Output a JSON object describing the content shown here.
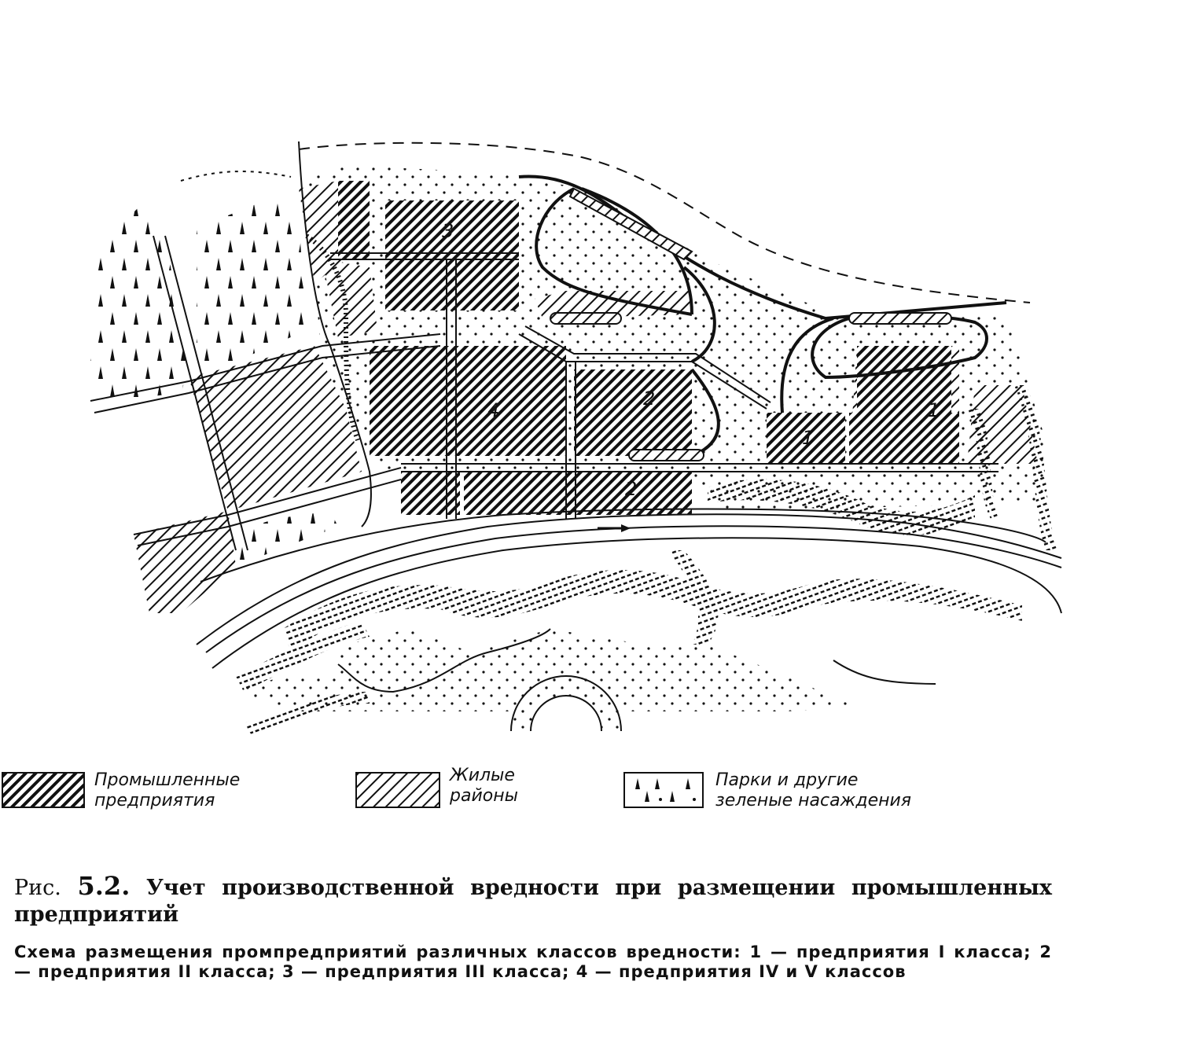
{
  "map": {
    "zone_labels": [
      {
        "id": "enterprise-class-3",
        "text": "3"
      },
      {
        "id": "enterprise-class-4",
        "text": "4"
      },
      {
        "id": "enterprise-class-2-north",
        "text": "2"
      },
      {
        "id": "enterprise-class-2-south",
        "text": "2"
      },
      {
        "id": "enterprise-class-1-west",
        "text": "1"
      },
      {
        "id": "enterprise-class-1-east",
        "text": "1"
      }
    ],
    "colors": {
      "ink": "#111111",
      "paper": "#ffffff"
    }
  },
  "legend": {
    "items": [
      {
        "pattern": "dense-hatch",
        "line1": "Промышленные",
        "line2": "предприятия"
      },
      {
        "pattern": "sparse-hatch",
        "line1": "Жилые",
        "line2": "районы"
      },
      {
        "pattern": "tree-dots",
        "line1": "Парки и другие",
        "line2": "зеленые насаждения"
      }
    ]
  },
  "caption": {
    "figure_prefix": "Рис.",
    "figure_number": "5.2.",
    "title": "Учет производственной вредности при размещении промышленных предприятий",
    "text": "Схема размещения промпредприятий различных классов вредности: 1 — предприятия I класса; 2 — предприятия II класса; 3 — предприятия III класса; 4 — предприятия IV и V классов"
  }
}
